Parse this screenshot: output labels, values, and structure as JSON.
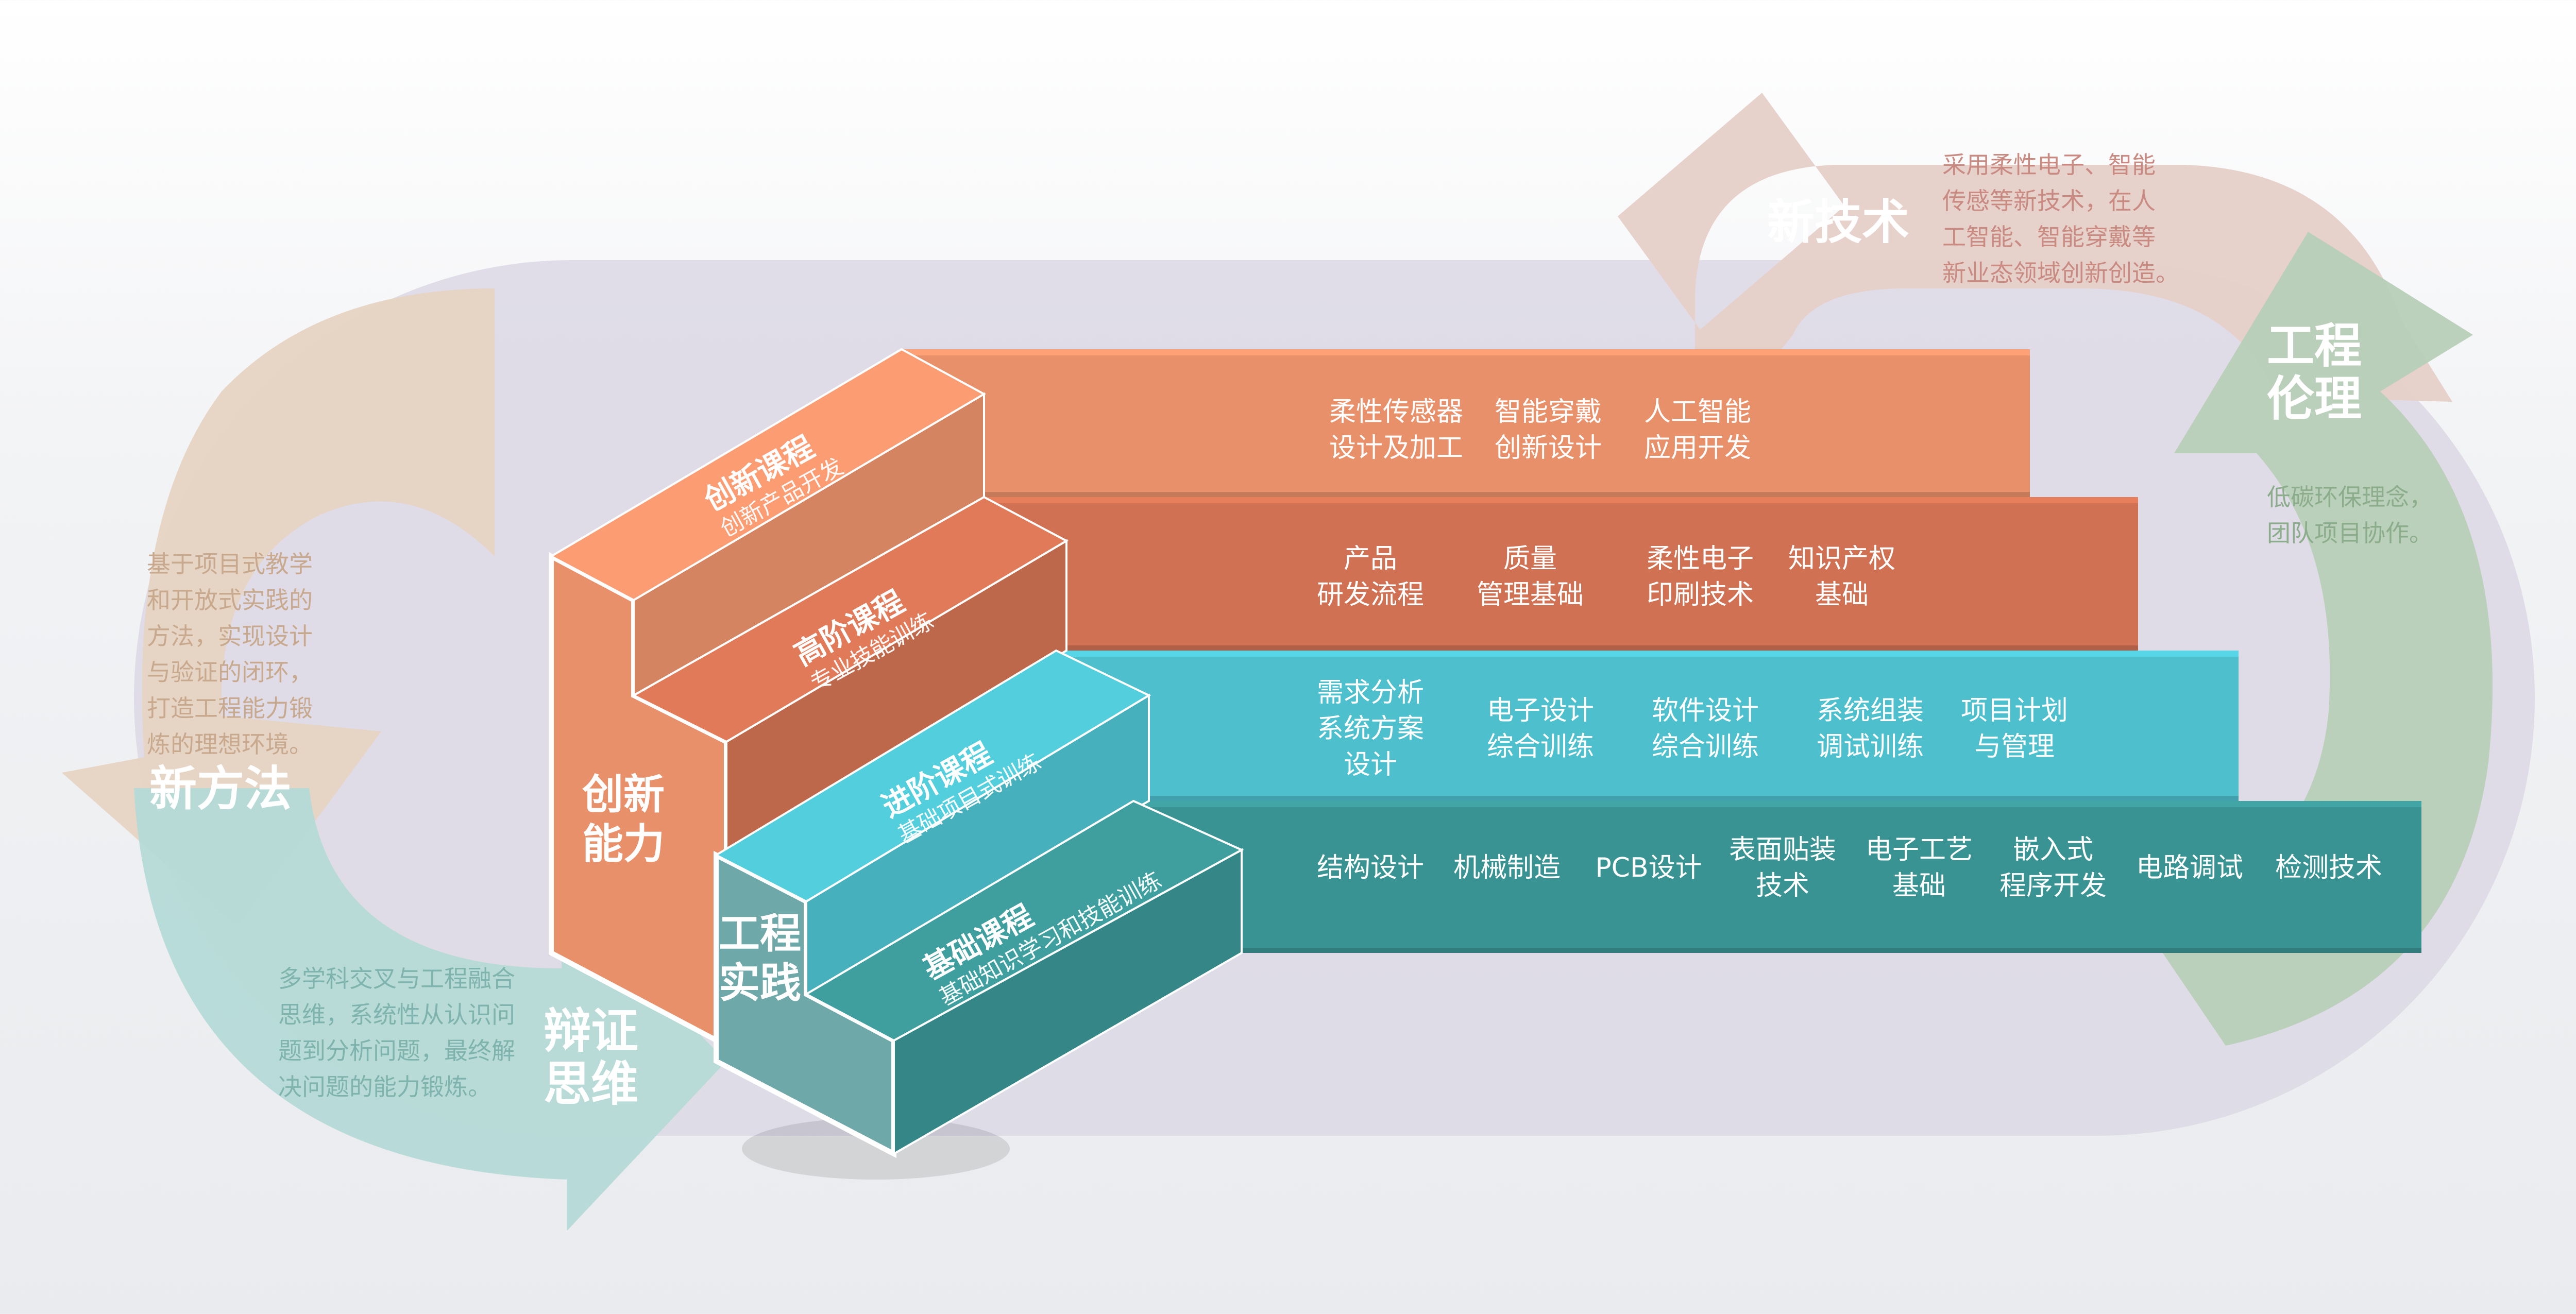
{
  "colors": {
    "orange_light": "#e8906a",
    "orange_dark": "#cf7152",
    "teal_light": "#4dbfcd",
    "teal_dark": "#3a9393",
    "cycle_purple": "#ddd9e5",
    "tech_pink": "#e6cfc8",
    "ethics_green": "#b7cfb7",
    "method_tan": "#e6d3c2",
    "thinking_mint": "#b5dad7"
  },
  "corners": {
    "tech": {
      "title": "新技术",
      "desc": "采用柔性电子、智能\n传感等新技术，在人\n工智能、智能穿戴等\n新业态领域创新创造。"
    },
    "ethics": {
      "title": "工程\n伦理",
      "desc": "低碳环保理念，\n团队项目协作。"
    },
    "method": {
      "title": "新方法",
      "desc": "基于项目式教学\n和开放式实践的\n方法，实现设计\n与验证的闭环，\n打造工程能力锻\n炼的理想环境。"
    },
    "thinking": {
      "title": "辩证\n思维",
      "desc": "多学科交叉与工程融合\n思维，系统性从认识问\n题到分析问题，最终解\n决问题的能力锻炼。"
    }
  },
  "side_labels": {
    "innovation": "创新\n能力",
    "practice": "工程\n实践"
  },
  "levels": [
    {
      "title": "创新课程",
      "subtitle": "创新产品开发",
      "courses": [
        "柔性传感器\n设计及加工",
        "智能穿戴\n创新设计",
        "人工智能\n应用开发"
      ]
    },
    {
      "title": "高阶课程",
      "subtitle": "专业技能训练",
      "courses": [
        "产品\n研发流程",
        "质量\n管理基础",
        "柔性电子\n印刷技术",
        "知识产权\n基础"
      ]
    },
    {
      "title": "进阶课程",
      "subtitle": "基础项目式训练",
      "courses": [
        "需求分析\n系统方案\n设计",
        "电子设计\n综合训练",
        "软件设计\n综合训练",
        "系统组装\n调试训练",
        "项目计划\n与管理"
      ]
    },
    {
      "title": "基础课程",
      "subtitle": "基础知识学习和技能训练",
      "courses": [
        "结构设计",
        "机械制造",
        "PCB设计",
        "表面贴装\n技术",
        "电子工艺\n基础",
        "嵌入式\n程序开发",
        "电路调试",
        "检测技术"
      ]
    }
  ]
}
